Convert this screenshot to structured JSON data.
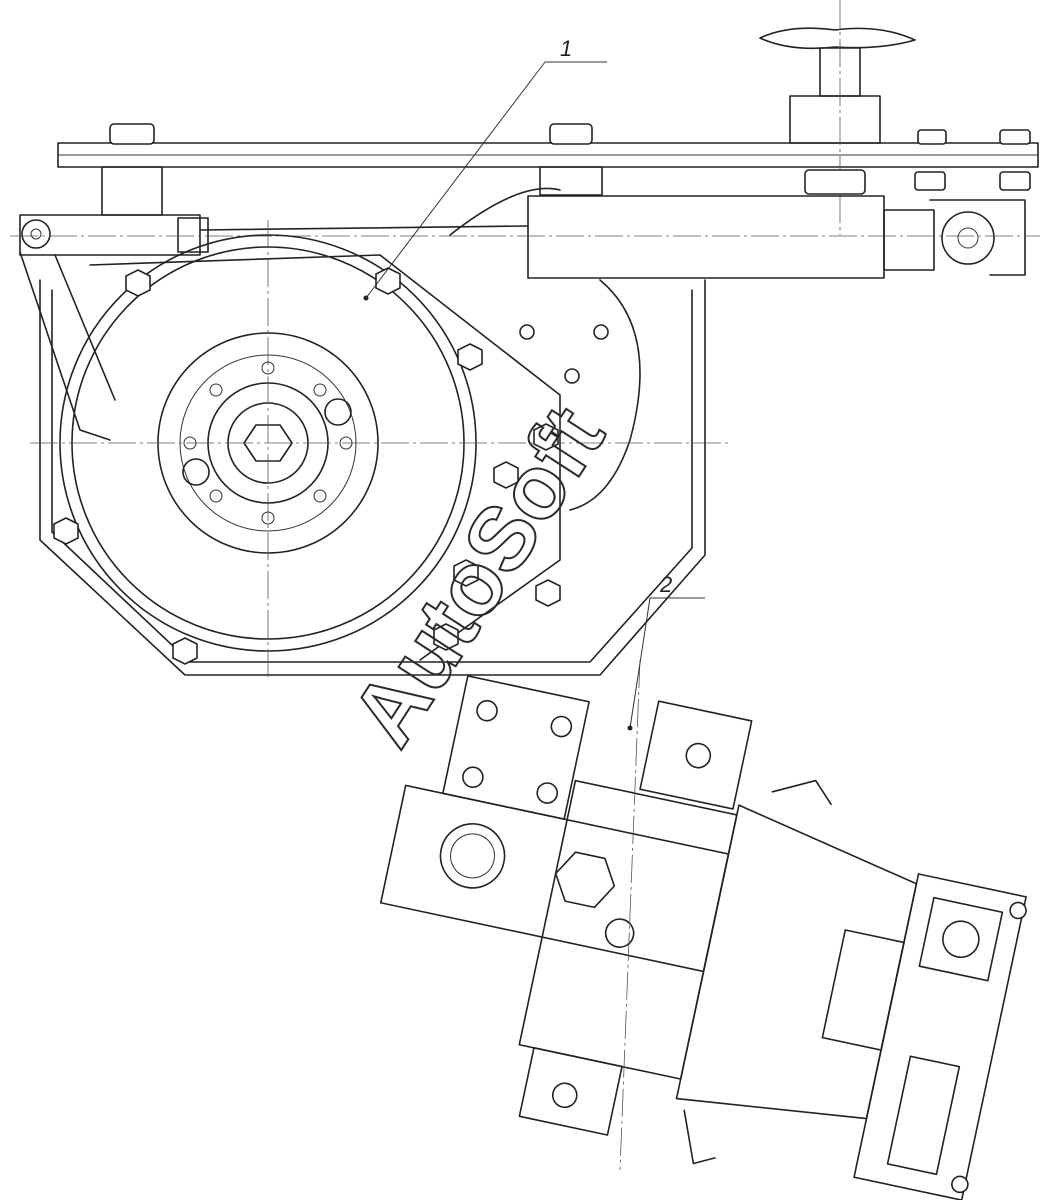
{
  "callouts": [
    {
      "id": "1",
      "text": "1"
    },
    {
      "id": "2",
      "text": "2"
    }
  ],
  "watermark": "AutoSoft",
  "line_color": "#222222",
  "background": "#ffffff"
}
